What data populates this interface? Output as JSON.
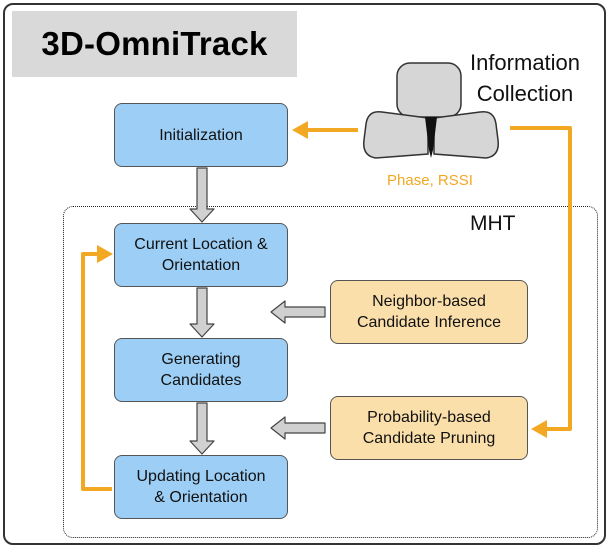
{
  "title": "3D-OmniTrack",
  "info_collection": [
    "Information",
    "Collection"
  ],
  "phase_label": "Phase, RSSI",
  "mht_label": "MHT",
  "steps": [
    [
      "Initialization"
    ],
    [
      "Current Location &",
      "Orientation"
    ],
    [
      "Generating",
      "Candidates"
    ],
    [
      "Updating Location",
      "& Orientation"
    ]
  ],
  "side_modules": [
    [
      "Neighbor-based",
      "Candidate Inference"
    ],
    [
      "Probability-based",
      "Candidate Pruning"
    ]
  ],
  "colors": {
    "step_fill": "#9dcff6",
    "side_fill": "#fbdfab",
    "feedback_arrow": "#f2a823",
    "flow_arrow": "#d0d0d0",
    "title_bg": "#d9d9d9"
  },
  "icons": {
    "reader": "antenna-array-icon"
  }
}
